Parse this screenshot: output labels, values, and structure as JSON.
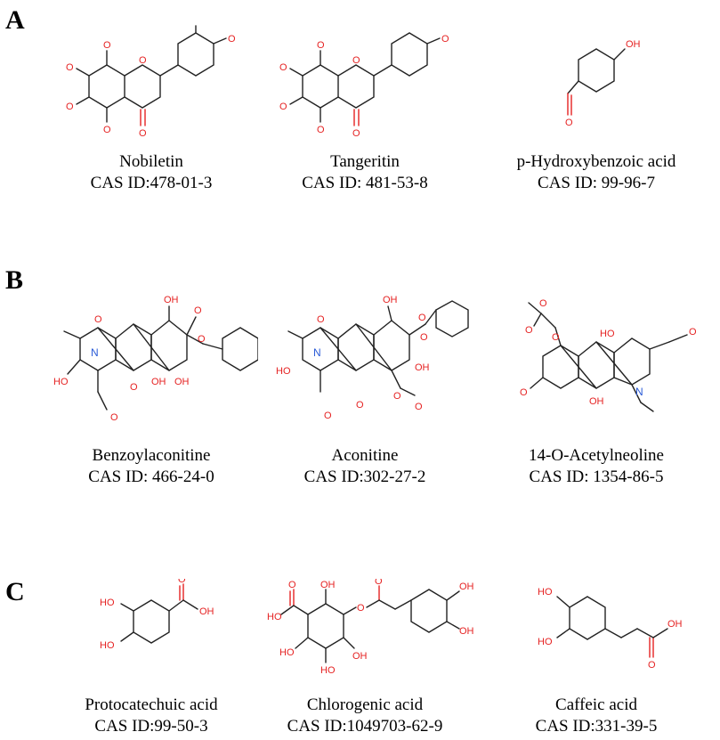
{
  "panels": [
    {
      "label": "A",
      "compounds": [
        {
          "name": "Nobiletin",
          "cas": "CAS ID:478-01-3"
        },
        {
          "name": "Tangeritin",
          "cas": "CAS ID: 481-53-8"
        },
        {
          "name": "p-Hydroxybenzoic acid",
          "cas": "CAS ID: 99-96-7"
        }
      ]
    },
    {
      "label": "B",
      "compounds": [
        {
          "name": "Benzoylaconitine",
          "cas": "CAS ID: 466-24-0"
        },
        {
          "name": "Aconitine",
          "cas": "CAS ID:302-27-2"
        },
        {
          "name": "14-O-Acetylneoline",
          "cas": "CAS ID: 1354-86-5"
        }
      ]
    },
    {
      "label": "C",
      "compounds": [
        {
          "name": "Protocatechuic acid",
          "cas": "CAS ID:99-50-3"
        },
        {
          "name": "Chlorogenic acid",
          "cas": "CAS ID:1049703-62-9"
        },
        {
          "name": "Caffeic acid",
          "cas": "CAS ID:331-39-5"
        }
      ]
    }
  ],
  "atom_labels": {
    "oxygen": "O",
    "hydroxyl": "OH",
    "hydroxyl_left": "HO",
    "nitrogen": "N"
  },
  "colors": {
    "oxygen": "#e52222",
    "nitrogen": "#2a5bd7",
    "bond": "#222222"
  }
}
